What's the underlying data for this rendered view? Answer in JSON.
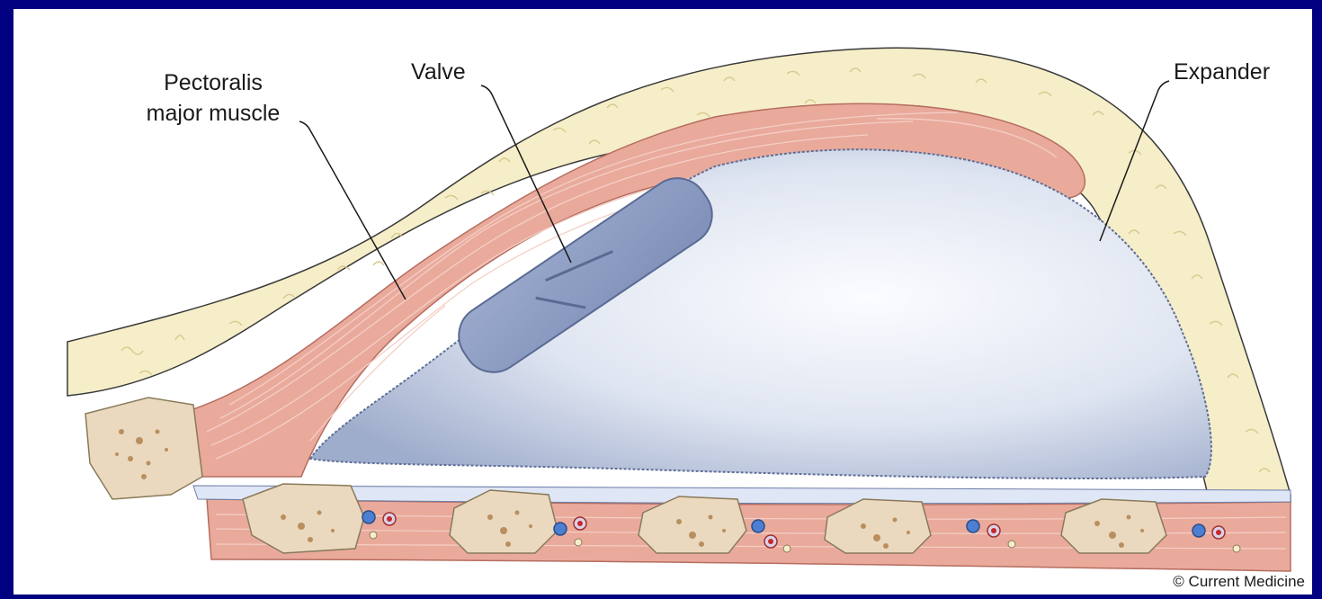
{
  "labels": {
    "pectoralis_line1": "Pectoralis",
    "pectoralis_line2": "major muscle",
    "valve": "Valve",
    "expander": "Expander"
  },
  "credit": "© Current Medicine",
  "colors": {
    "background_border": "#000080",
    "fat_tissue": "#f6eec8",
    "muscle": "#e9aa9c",
    "expander": "#c3cbe0",
    "valve": "#8f9fc4",
    "bone": "#ead9be"
  }
}
